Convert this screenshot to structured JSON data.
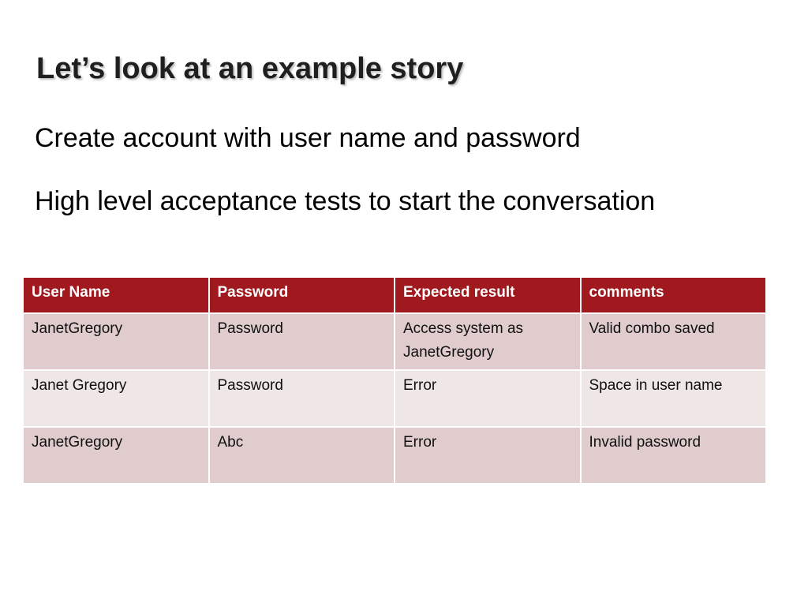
{
  "slide": {
    "title": "Let’s look at an example story",
    "bullets": [
      "Create account with user name and password",
      "High level acceptance tests to start the conversation"
    ]
  },
  "table": {
    "headers": [
      "User Name",
      "Password",
      "Expected result",
      "comments"
    ],
    "rows": [
      [
        "JanetGregory",
        "Password",
        "Access system as JanetGregory",
        "Valid combo saved"
      ],
      [
        "Janet Gregory",
        "Password",
        "Error",
        "Space in user name"
      ],
      [
        "JanetGregory",
        "Abc",
        "Error",
        "Invalid password"
      ]
    ]
  },
  "colors": {
    "header_bg": "#a0191e",
    "row_odd_bg": "#e0cccd",
    "row_even_bg": "#efe6e6"
  }
}
